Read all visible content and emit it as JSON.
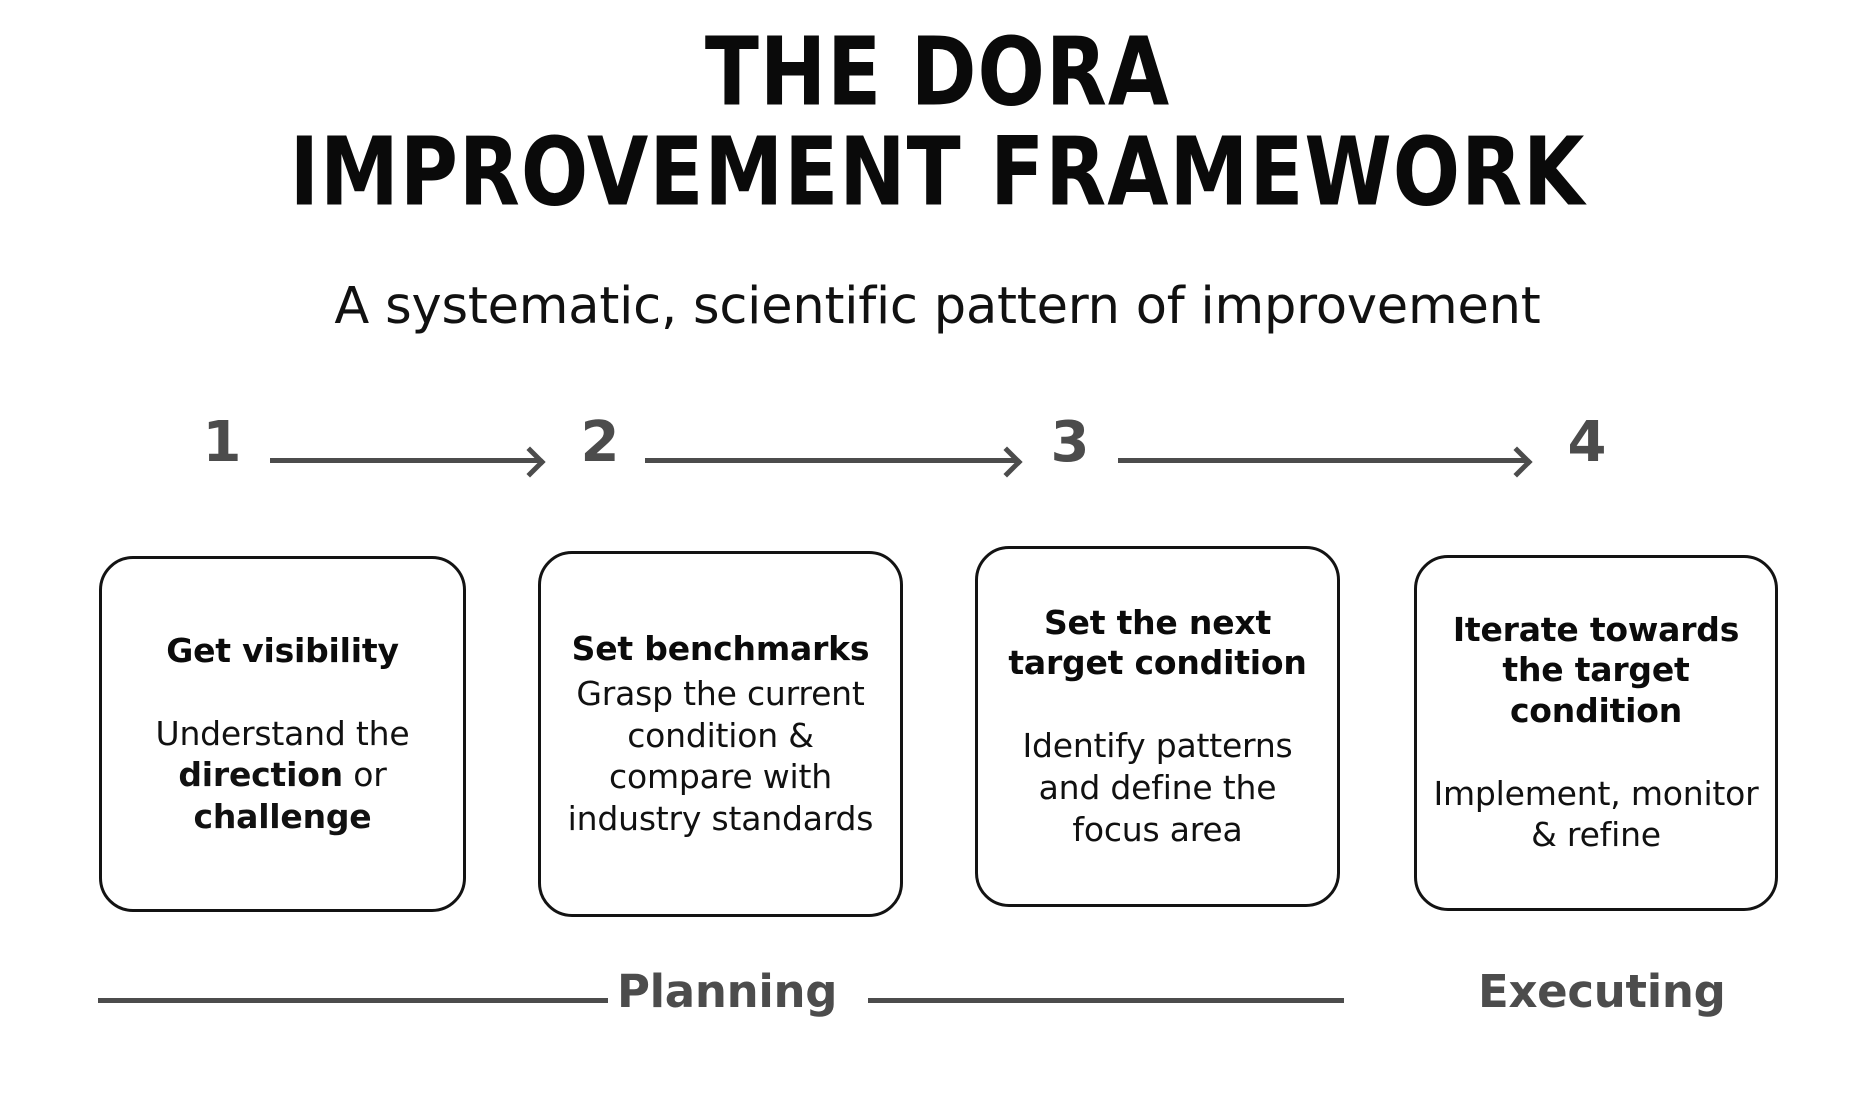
{
  "header": {
    "title_line1": "THE DORA",
    "title_line2": "IMPROVEMENT FRAMEWORK",
    "subtitle": "A systematic, scientific pattern of improvement"
  },
  "steps": [
    {
      "number": "1"
    },
    {
      "number": "2"
    },
    {
      "number": "3"
    },
    {
      "number": "4"
    }
  ],
  "cards": [
    {
      "title": "Get visibility",
      "body_line1": "Understand the",
      "body_line2_pre": "",
      "body_line2_bold": "direction",
      "body_line2_post": " or",
      "body_line3_bold": "challenge",
      "spacer": true
    },
    {
      "title": "Set benchmarks",
      "body": "Grasp the current condition & compare with industry standards",
      "spacer": false
    },
    {
      "title": "Set the next target condition",
      "body": "Identify patterns and define the focus area",
      "spacer": true
    },
    {
      "title": "Iterate towards the target condition",
      "body": "Implement, monitor & refine",
      "spacer": true
    }
  ],
  "phases": {
    "planning_label": "Planning",
    "executing_label": "Executing"
  },
  "colors": {
    "background": "#ffffff",
    "text": "#111111",
    "accent_gray": "#4c4c4c",
    "card_border": "#131313"
  }
}
